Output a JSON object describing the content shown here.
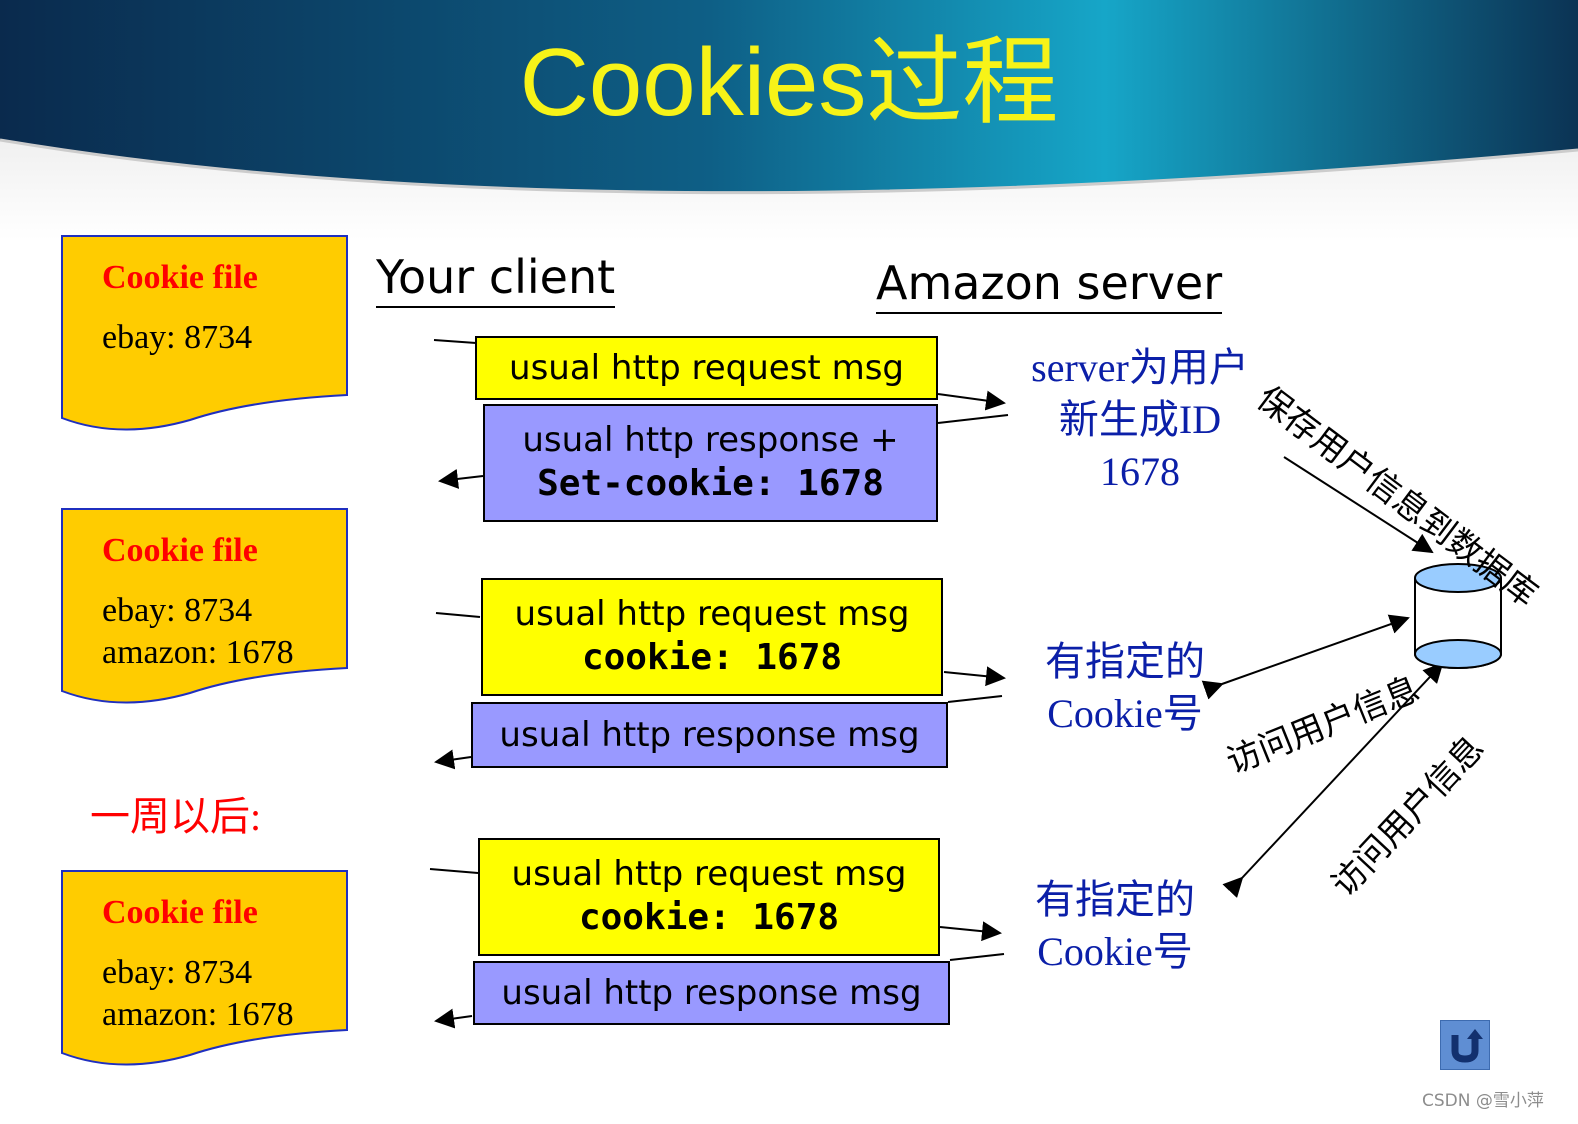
{
  "slide": {
    "title": "Cookies过程",
    "headers": {
      "client": "Your client",
      "server": "Amazon server"
    },
    "cookie_files": [
      {
        "title": "Cookie file",
        "lines": [
          "ebay: 8734"
        ]
      },
      {
        "title": "Cookie file",
        "lines": [
          "ebay: 8734",
          "amazon: 1678"
        ]
      },
      {
        "title": "Cookie file",
        "lines": [
          "ebay: 8734",
          "amazon: 1678"
        ]
      }
    ],
    "week_later": "一周以后:",
    "messages": {
      "req1": "usual http request msg",
      "resp1_line1": "usual http response +",
      "resp1_line2": "Set-cookie: 1678",
      "req2_line1": "usual http request msg",
      "req2_line2": "cookie: 1678",
      "resp2": "usual http response msg",
      "req3_line1": "usual http request msg",
      "req3_line2": "cookie: 1678",
      "resp3": "usual http response msg"
    },
    "server_notes": {
      "n1_line1": "server为用户",
      "n1_line2": "新生成ID",
      "n1_line3": "1678",
      "n2_line1": "有指定的",
      "n2_line2": "Cookie号",
      "n3_line1": "有指定的",
      "n3_line2": "Cookie号"
    },
    "db_labels": {
      "save": "保存用户信息到数据库",
      "access1": "访问用户信息",
      "access2": "访问用户信息"
    },
    "watermark": "CSDN @雪小萍",
    "colors": {
      "yellow_box": "#ffff00",
      "purple_box": "#9999ff",
      "cookie_file_fill": "#ffcc00",
      "server_text": "#0b1fa8",
      "title_text": "#f7f318",
      "database": "#99ccff"
    },
    "icons": {
      "back": "return-arrow-icon",
      "database": "database-cylinder-icon"
    }
  }
}
